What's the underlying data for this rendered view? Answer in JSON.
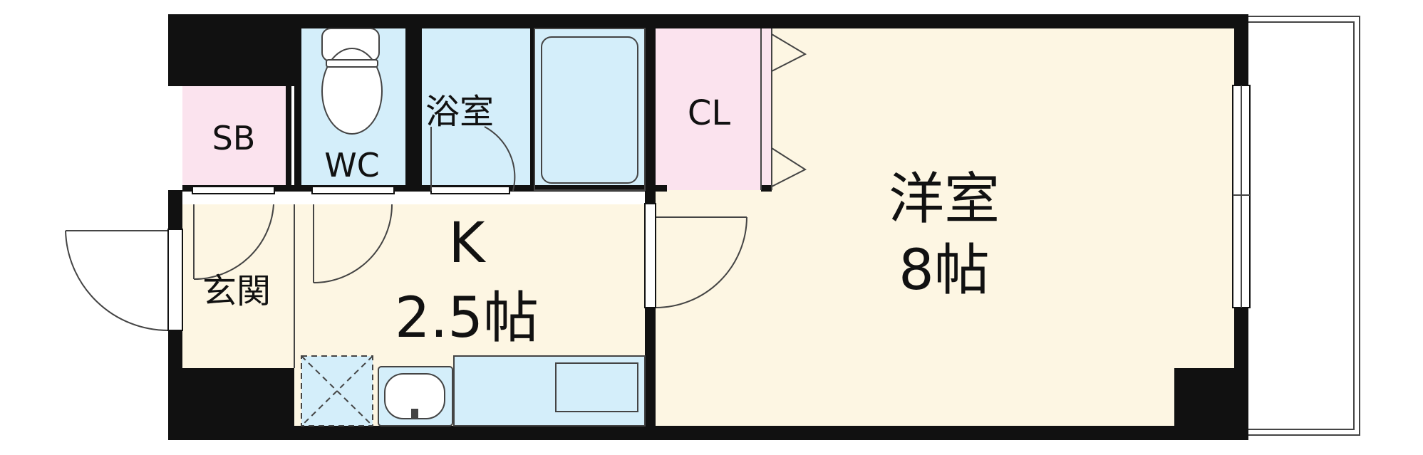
{
  "floorplan": {
    "rooms": {
      "sb": "SB",
      "wc": "WC",
      "bath": "浴室",
      "cl": "CL",
      "genkan": "玄関",
      "kitchen": "K",
      "kitchen_size": "2.5帖",
      "western": "洋室",
      "western_size": "8帖"
    },
    "colors": {
      "wall": "#111111",
      "sb_fill": "#fbe3ee",
      "wet_fill": "#d4eefa",
      "cl_fill": "#fbe3ee",
      "floor_fill": "#fdf6e3",
      "line": "#444444"
    }
  }
}
